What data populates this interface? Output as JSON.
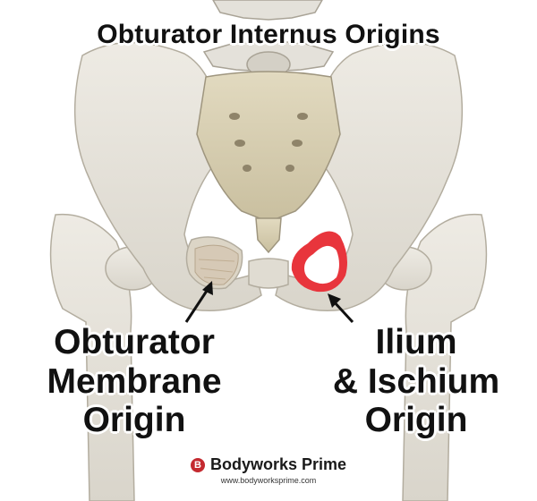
{
  "title": "Obturator Internus Origins",
  "labels": {
    "left": [
      "Obturator",
      "Membrane",
      "Origin"
    ],
    "right": [
      "Ilium",
      "& Ischium",
      "Origin"
    ]
  },
  "brand": {
    "logo_letter": "B",
    "name": "Bodyworks Prime",
    "url": "www.bodyworksprime.com"
  },
  "colors": {
    "background": "#ffffff",
    "bone": "#e7e4dc",
    "bone_shadow": "#bdb7a8",
    "sacrum": "#d8cfb2",
    "highlight": "#e8353c",
    "text": "#111111",
    "brand_red": "#c42a30"
  }
}
